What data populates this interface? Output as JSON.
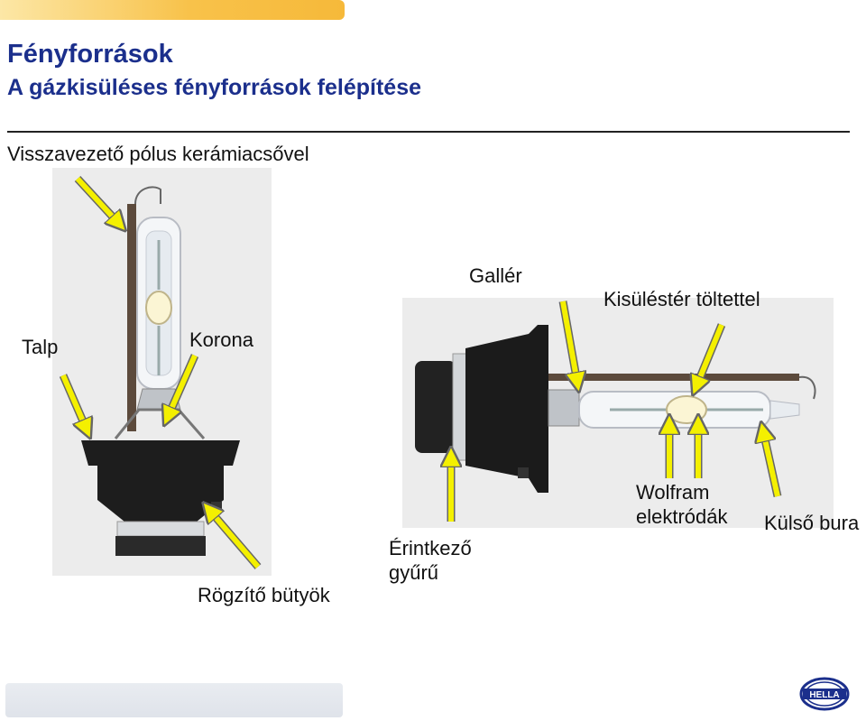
{
  "slide": {
    "title": "Fényforrások",
    "subtitle": "A gázkisüléses fényforrások felépítése"
  },
  "labels": {
    "return_pole": "Visszavezető pólus kerámiacsővel",
    "base": "Talp",
    "crown": "Korona",
    "locking_lugs": "Rögzítő bütyök",
    "contact_ring_line1": "Érintkező",
    "contact_ring_line2": "gyűrű",
    "collar": "Gallér",
    "discharge_tube": "Kisüléstér töltettel",
    "tungsten_line1": "Wolfram",
    "tungsten_line2": "elektródák",
    "outer_bulb": "Külső bura"
  },
  "logo": {
    "text": "HELLA"
  },
  "colors": {
    "title": "#1b2f8c",
    "arrow_fill": "#f4f000",
    "arrow_stroke": "#666666",
    "rule": "#222222"
  }
}
